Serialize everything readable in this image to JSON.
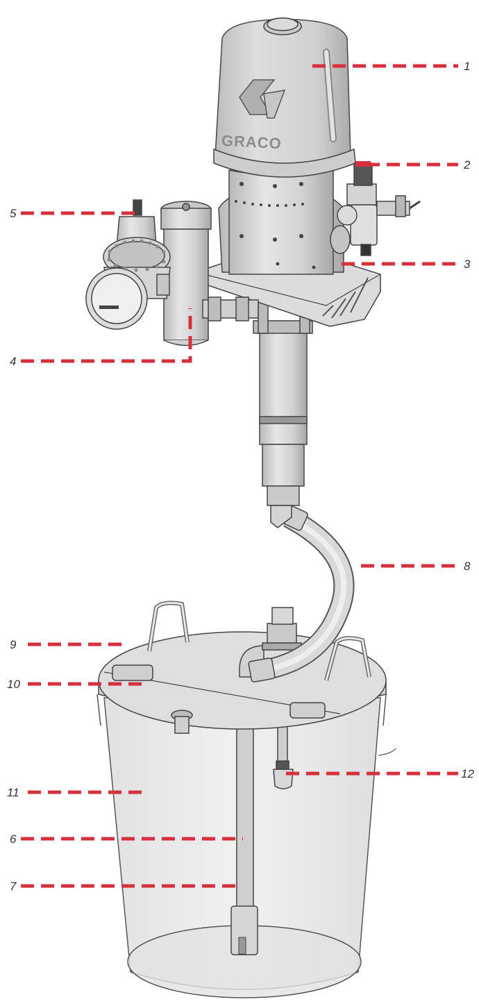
{
  "colors": {
    "leader": "#d5303e",
    "metal": "#d6d6d6",
    "metal_dark": "#a9a9a9",
    "outline": "#333333",
    "pail": "#e4e4e4",
    "label_text": "#333333"
  },
  "brand": {
    "logo_text": "GRACO"
  },
  "callouts": [
    {
      "id": "c1",
      "number": "1"
    },
    {
      "id": "c2",
      "number": "2"
    },
    {
      "id": "c3",
      "number": "3"
    },
    {
      "id": "c4",
      "number": "4"
    },
    {
      "id": "c5",
      "number": "5"
    },
    {
      "id": "c6",
      "number": "6"
    },
    {
      "id": "c7",
      "number": "7"
    },
    {
      "id": "c8",
      "number": "8"
    },
    {
      "id": "c9",
      "number": "9"
    },
    {
      "id": "c10",
      "number": "10"
    },
    {
      "id": "c11",
      "number": "11"
    },
    {
      "id": "c12",
      "number": "12"
    }
  ]
}
